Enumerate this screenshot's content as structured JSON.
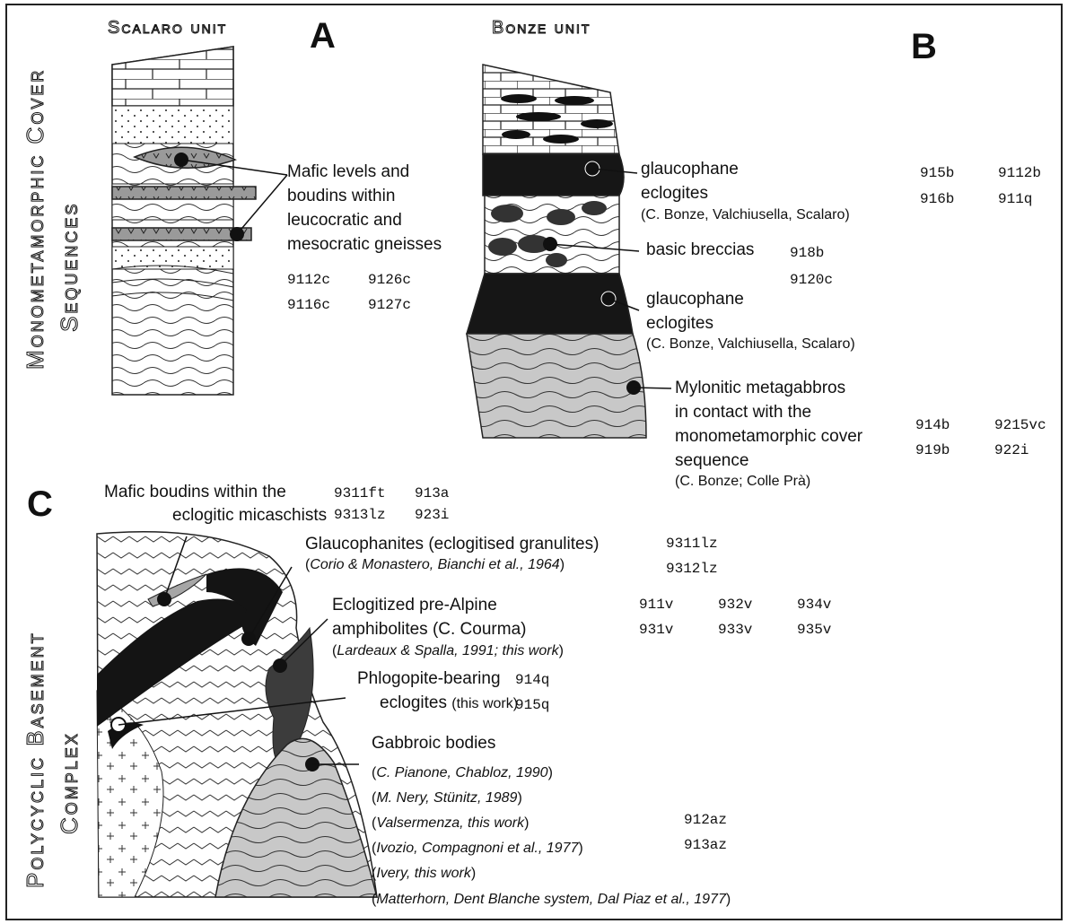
{
  "figure": {
    "panels": {
      "a": {
        "letter": "A",
        "unit_title": "Scalaro unit",
        "label": [
          "Mafic levels and",
          "boudins within",
          "leucocratic and",
          "mesocratic gneisses"
        ],
        "samples": [
          [
            "9112c",
            "9126c"
          ],
          [
            "9116c",
            "9127c"
          ]
        ]
      },
      "b": {
        "letter": "B",
        "unit_title": "Bonze unit",
        "glauc1": [
          "glaucophane",
          "eclogites",
          "(C. Bonze, Valchiusella, Scalaro)"
        ],
        "glauc1_samples": [
          [
            "915b",
            "9112b"
          ],
          [
            "916b",
            "911q"
          ]
        ],
        "breccias": "basic breccias",
        "breccias_samples": [
          "918b",
          "9120c"
        ],
        "glauc2": [
          "glaucophane",
          "eclogites",
          "(C. Bonze, Valchiusella, Scalaro)"
        ],
        "mylonitic": [
          "Mylonitic metagabbros",
          "in contact with the",
          "monometamorphic cover",
          "sequence",
          "(C. Bonze; Colle Prà)"
        ],
        "mylonitic_samples": [
          [
            "914b",
            "9215vc"
          ],
          [
            "919b",
            "922i"
          ]
        ]
      },
      "c": {
        "letter": "C",
        "mafic_boudins": [
          "Mafic boudins within the",
          "eclogitic micaschists"
        ],
        "mafic_boudins_samples": [
          [
            "9311ft",
            "913a"
          ],
          [
            "9313lz",
            "923i"
          ]
        ],
        "glaucophanites": [
          "Glaucophanites (eclogitised granulites)",
          "Corio & Monastero, Bianchi et al., 1964"
        ],
        "glaucophanites_samples": [
          "9311lz",
          "9312lz"
        ],
        "amphibolites": [
          "Eclogitized pre-Alpine",
          "amphibolites (C. Courma)",
          "Lardeaux & Spalla, 1991; this work"
        ],
        "amphibolites_samples": [
          [
            "911v",
            "932v",
            "934v"
          ],
          [
            "931v",
            "933v",
            "935v"
          ]
        ],
        "phlogopite": [
          "Phlogopite-bearing",
          "eclogites",
          "(this work)"
        ],
        "phlogopite_samples": [
          "914q",
          "915q"
        ],
        "gabbroic": [
          "Gabbroic bodies",
          "C. Pianone, Chabloz, 1990",
          "M. Nery, Stünitz, 1989",
          "Valsermenza, this work",
          "Ivozio, Compagnoni et al., 1977",
          "Ivery, this work",
          "Matterhorn, Dent Blanche system, Dal Piaz et al., 1977"
        ],
        "gabbroic_samples": [
          "912az",
          "913az"
        ]
      }
    },
    "side_labels": {
      "top": [
        "Monometamorphic Cover",
        "Sequences"
      ],
      "bottom": [
        "Polycyclic Basement",
        "Complex"
      ]
    }
  }
}
